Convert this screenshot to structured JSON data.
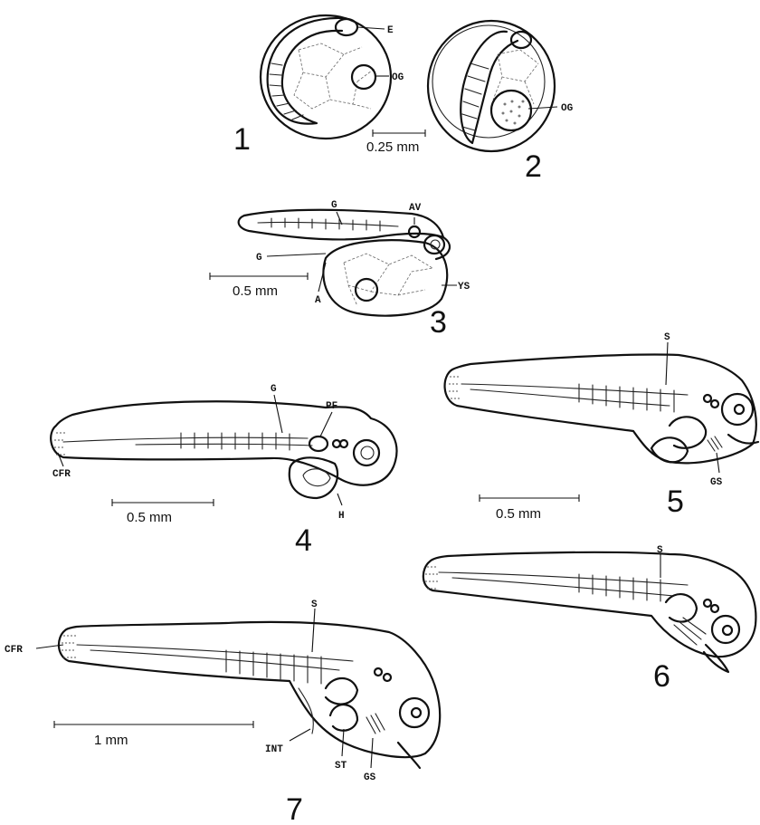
{
  "figure": {
    "stages": [
      {
        "number": "1",
        "labels": [
          "E",
          "OG"
        ]
      },
      {
        "number": "2",
        "labels": [
          "OG"
        ]
      },
      {
        "number": "3",
        "labels": [
          "AV",
          "G",
          "G",
          "A",
          "YS"
        ]
      },
      {
        "number": "4",
        "labels": [
          "G",
          "PF",
          "CFR",
          "H"
        ]
      },
      {
        "number": "5",
        "labels": [
          "S",
          "GS"
        ]
      },
      {
        "number": "6",
        "labels": [
          "S"
        ]
      },
      {
        "number": "7",
        "labels": [
          "CFR",
          "S",
          "INT",
          "ST",
          "GS"
        ]
      }
    ],
    "scale_bars": [
      "0.25 mm",
      "0.5 mm",
      "0.5 mm",
      "0.5 mm",
      "1 mm"
    ]
  }
}
